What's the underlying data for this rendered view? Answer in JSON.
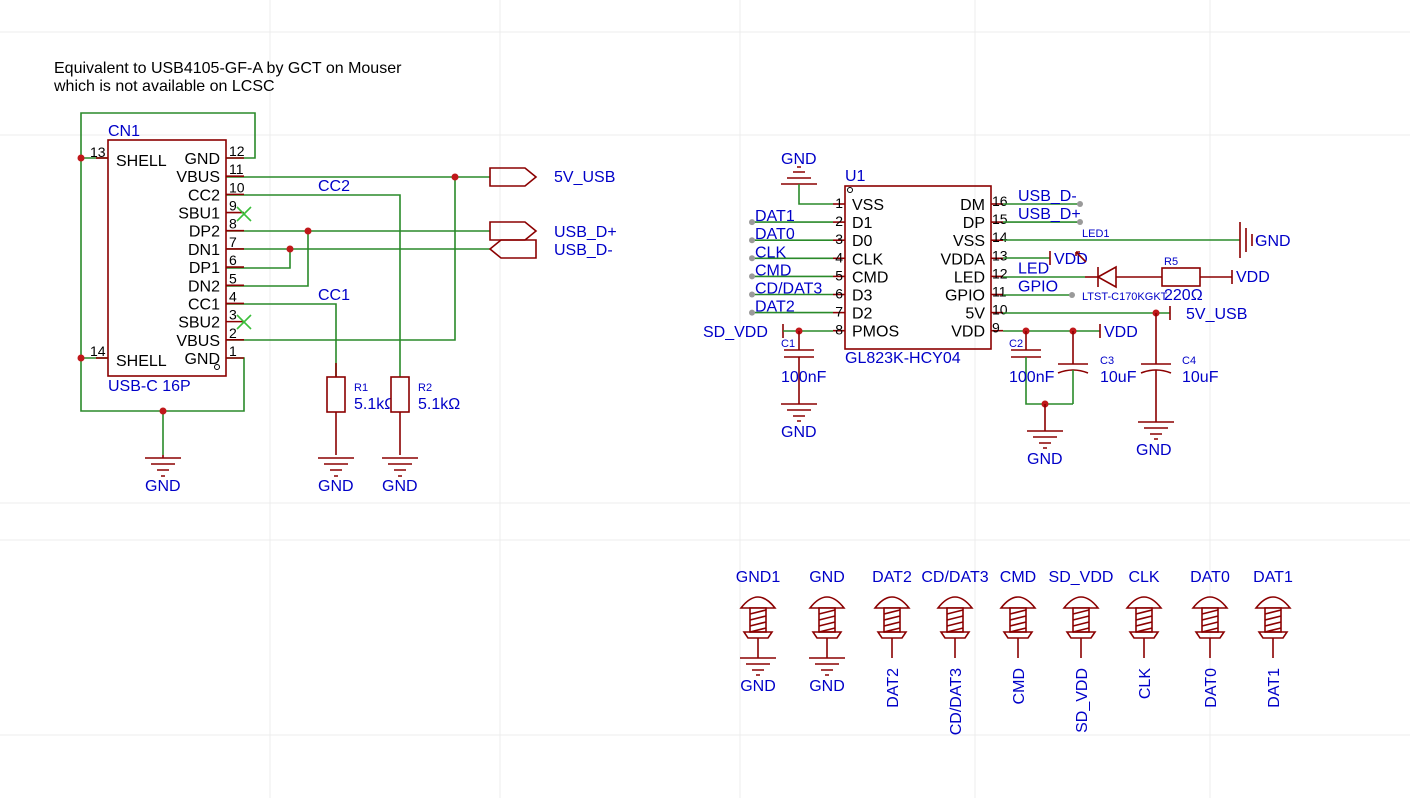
{
  "note": {
    "line1": "Equivalent to USB4105-GF-A by GCT on Mouser",
    "line2": "which is not available on LCSC"
  },
  "cn1": {
    "ref": "CN1",
    "value": "USB-C 16P",
    "left_pins": [
      {
        "name": "SHELL",
        "num": "13"
      },
      {
        "name": "SHELL",
        "num": "14"
      }
    ],
    "right_pins": [
      {
        "name": "GND",
        "num": "12"
      },
      {
        "name": "VBUS",
        "num": "11"
      },
      {
        "name": "CC2",
        "num": "10"
      },
      {
        "name": "SBU1",
        "num": "9"
      },
      {
        "name": "DP2",
        "num": "8"
      },
      {
        "name": "DN1",
        "num": "7"
      },
      {
        "name": "DP1",
        "num": "6"
      },
      {
        "name": "DN2",
        "num": "5"
      },
      {
        "name": "CC1",
        "num": "4"
      },
      {
        "name": "SBU2",
        "num": "3"
      },
      {
        "name": "VBUS",
        "num": "2"
      },
      {
        "name": "GND",
        "num": "1"
      }
    ]
  },
  "nets": {
    "cc2": "CC2",
    "cc1": "CC1",
    "usb5v_port": "5V_USB",
    "usb_dp_port": "USB_D+",
    "usb_dm_port": "USB_D-",
    "gnd_cn1": "GND",
    "gnd_r1": "GND",
    "gnd_r2": "GND"
  },
  "resistors": {
    "r1": {
      "ref": "R1",
      "value": "5.1kΩ"
    },
    "r2": {
      "ref": "R2",
      "value": "5.1kΩ"
    },
    "r5": {
      "ref": "R5",
      "value": "220Ω"
    }
  },
  "u1": {
    "ref": "U1",
    "value": "GL823K-HCY04",
    "left_pins": [
      {
        "num": "1",
        "name": "VSS",
        "net": ""
      },
      {
        "num": "2",
        "name": "D1",
        "net": "DAT1"
      },
      {
        "num": "3",
        "name": "D0",
        "net": "DAT0"
      },
      {
        "num": "4",
        "name": "CLK",
        "net": "CLK"
      },
      {
        "num": "5",
        "name": "CMD",
        "net": "CMD"
      },
      {
        "num": "6",
        "name": "D3",
        "net": "CD/DAT3"
      },
      {
        "num": "7",
        "name": "D2",
        "net": "DAT2"
      },
      {
        "num": "8",
        "name": "PMOS",
        "net": "SD_VDD"
      }
    ],
    "right_pins": [
      {
        "num": "16",
        "name": "DM",
        "net": "USB_D-"
      },
      {
        "num": "15",
        "name": "DP",
        "net": "USB_D+"
      },
      {
        "num": "14",
        "name": "VSS",
        "net": "GND"
      },
      {
        "num": "13",
        "name": "VDDA",
        "net": "VDD"
      },
      {
        "num": "12",
        "name": "LED",
        "net": "LED"
      },
      {
        "num": "11",
        "name": "GPIO",
        "net": "GPIO"
      },
      {
        "num": "10",
        "name": "5V",
        "net": "5V_USB"
      },
      {
        "num": "9",
        "name": "VDD",
        "net": "VDD"
      }
    ],
    "gnd_top": "GND"
  },
  "led1": {
    "ref": "LED1",
    "value": "LTST-C170KGKT"
  },
  "r5_vdd": "VDD",
  "caps": {
    "c1": {
      "ref": "C1",
      "value": "100nF",
      "gnd": "GND"
    },
    "c2": {
      "ref": "C2",
      "value": "100nF"
    },
    "c3": {
      "ref": "C3",
      "value": "10uF"
    },
    "c4": {
      "ref": "C4",
      "value": "10uF",
      "gnd": "GND"
    },
    "c2c3_gnd": "GND"
  },
  "testpoints": [
    {
      "top": "GND1",
      "bottom": "GND",
      "ground": true
    },
    {
      "top": "GND",
      "bottom": "GND",
      "ground": true
    },
    {
      "top": "DAT2",
      "bottom": "DAT2",
      "ground": false
    },
    {
      "top": "CD/DAT3",
      "bottom": "CD/DAT3",
      "ground": false
    },
    {
      "top": "CMD",
      "bottom": "CMD",
      "ground": false
    },
    {
      "top": "SD_VDD",
      "bottom": "SD_VDD",
      "ground": false
    },
    {
      "top": "CLK",
      "bottom": "CLK",
      "ground": false
    },
    {
      "top": "DAT0",
      "bottom": "DAT0",
      "ground": false
    },
    {
      "top": "DAT1",
      "bottom": "DAT1",
      "ground": false
    }
  ],
  "colors": {
    "wire": "#2a8a2a",
    "symbol": "#8b0000",
    "net_label": "#0000c8",
    "junction": "#c0181a",
    "no_connect": "#3bbf3b"
  }
}
